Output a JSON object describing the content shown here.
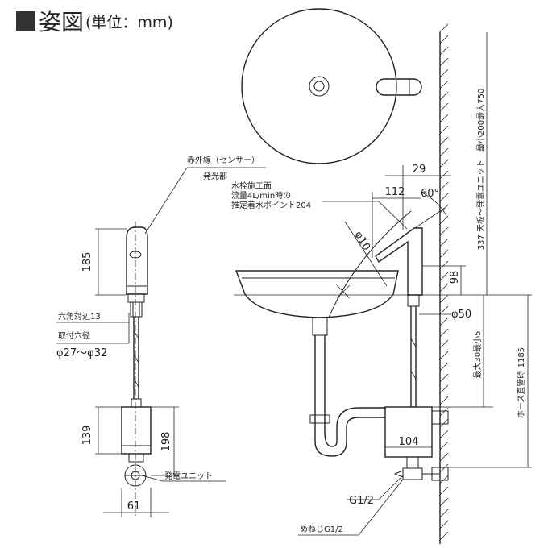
{
  "header": {
    "title": "姿図",
    "unit": "(単位：mm)"
  },
  "labels": {
    "infrared_sensor": "赤外線（センサー）",
    "light_emitter": "発光部",
    "faucet_surface_1": "水栓施工面",
    "faucet_surface_2": "流量4L/min時の",
    "faucet_surface_3": "推定着水ポイント204",
    "hex_width": "六角対辺13",
    "mount_hole": "取付穴径",
    "mount_hole_range": "φ27～φ32",
    "generator_unit": "発電ユニット",
    "thread_g12": "G1/2",
    "female_thread": "めねじG1/2",
    "dim_337": "337 天板～発電ユニット　最小200最大750",
    "dim_max30_min5": "最大30最小5",
    "dim_hose": "ホース直管時 1185"
  },
  "dimensions": {
    "d185": "185",
    "d139": "139",
    "d198": "198",
    "d61": "61",
    "d29": "29",
    "d112": "112",
    "angle60": "60°",
    "phi10": "φ10",
    "d98": "98",
    "phi50": "φ50",
    "d104": "104"
  },
  "colors": {
    "line": "#222222",
    "header_mark": "#333333",
    "wall_hatch": "#222222"
  }
}
